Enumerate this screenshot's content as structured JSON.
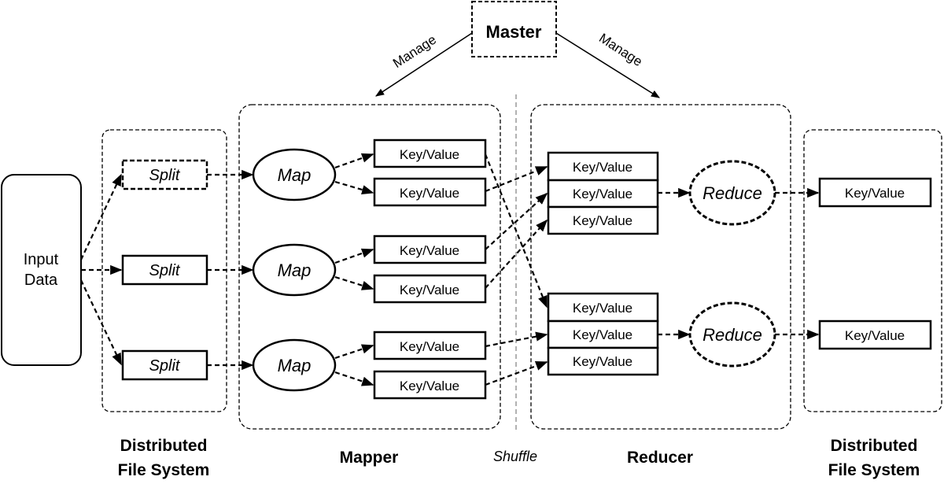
{
  "master": {
    "label": "Master",
    "manage_left": "Manage",
    "manage_right": "Manage"
  },
  "input": {
    "line1": "Input",
    "line2": "Data"
  },
  "splits": [
    "Split",
    "Split",
    "Split"
  ],
  "maps": [
    "Map",
    "Map",
    "Map"
  ],
  "mapper_kv": [
    "Key/Value",
    "Key/Value",
    "Key/Value",
    "Key/Value",
    "Key/Value",
    "Key/Value"
  ],
  "reducer_kv": [
    "Key/Value",
    "Key/Value",
    "Key/Value",
    "Key/Value",
    "Key/Value",
    "Key/Value"
  ],
  "reduces": [
    "Reduce",
    "Reduce"
  ],
  "output_kv": [
    "Key/Value",
    "Key/Value"
  ],
  "bottom": {
    "dfs_left_line1": "Distributed",
    "dfs_left_line2": "File System",
    "mapper": "Mapper",
    "shuffle": "Shuffle",
    "reducer": "Reducer",
    "dfs_right_line1": "Distributed",
    "dfs_right_line2": "File System"
  }
}
